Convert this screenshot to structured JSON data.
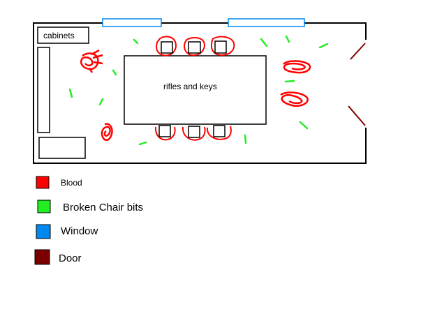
{
  "room": {
    "cabinets_label": "cabinets",
    "table_label": "rifles and keys"
  },
  "legend": [
    {
      "label": "Blood",
      "color": "#ff0000"
    },
    {
      "label": "Broken Chair bits",
      "color": "#22ee22"
    },
    {
      "label": "Window",
      "color": "#0088ee"
    },
    {
      "label": "Door",
      "color": "#7a0000"
    }
  ],
  "colors": {
    "wall": "#000000",
    "blood": "#ff0000",
    "debris": "#22ee22",
    "window": "#0088ee",
    "door": "#7a0000"
  }
}
